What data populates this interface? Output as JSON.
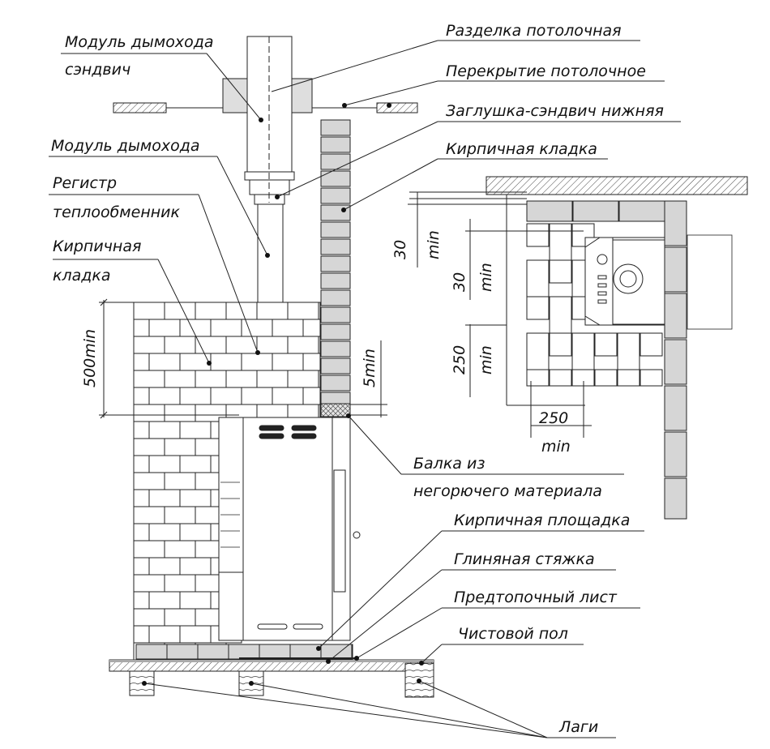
{
  "colors": {
    "line": "#1a1a1a",
    "brick_fill": "#d9d9d9",
    "brick_light": "#ffffff",
    "insulation": "#dcdcdc"
  },
  "labels": {
    "chimney_sandwich": [
      "Модуль дымохода",
      "сэндвич"
    ],
    "chimney_module": "Модуль дымохода",
    "register": [
      "Регистр",
      "теплообменник"
    ],
    "brick_left": [
      "Кирпичная",
      "кладка"
    ],
    "ceiling_cut": "Разделка потолочная",
    "ceiling_slab": "Перекрытие потолочное",
    "sandwich_plug": "Заглушка-сэндвич нижняя",
    "brick_right": "Кирпичная кладка",
    "beam": [
      "Балка из",
      "негорючего материала"
    ],
    "brick_platform": "Кирпичная площадка",
    "clay_screed": "Глиняная стяжка",
    "pre_furnace_sheet": "Предтопочный лист",
    "finish_floor": "Чистовой пол",
    "joists": "Лаги"
  },
  "dimensions": {
    "height_500": "500min",
    "gap_5": "5min",
    "plan_30a": [
      "30",
      "min"
    ],
    "plan_30b": [
      "30",
      "min"
    ],
    "plan_250v": [
      "250",
      "min"
    ],
    "plan_250h": [
      "250",
      "min"
    ]
  }
}
